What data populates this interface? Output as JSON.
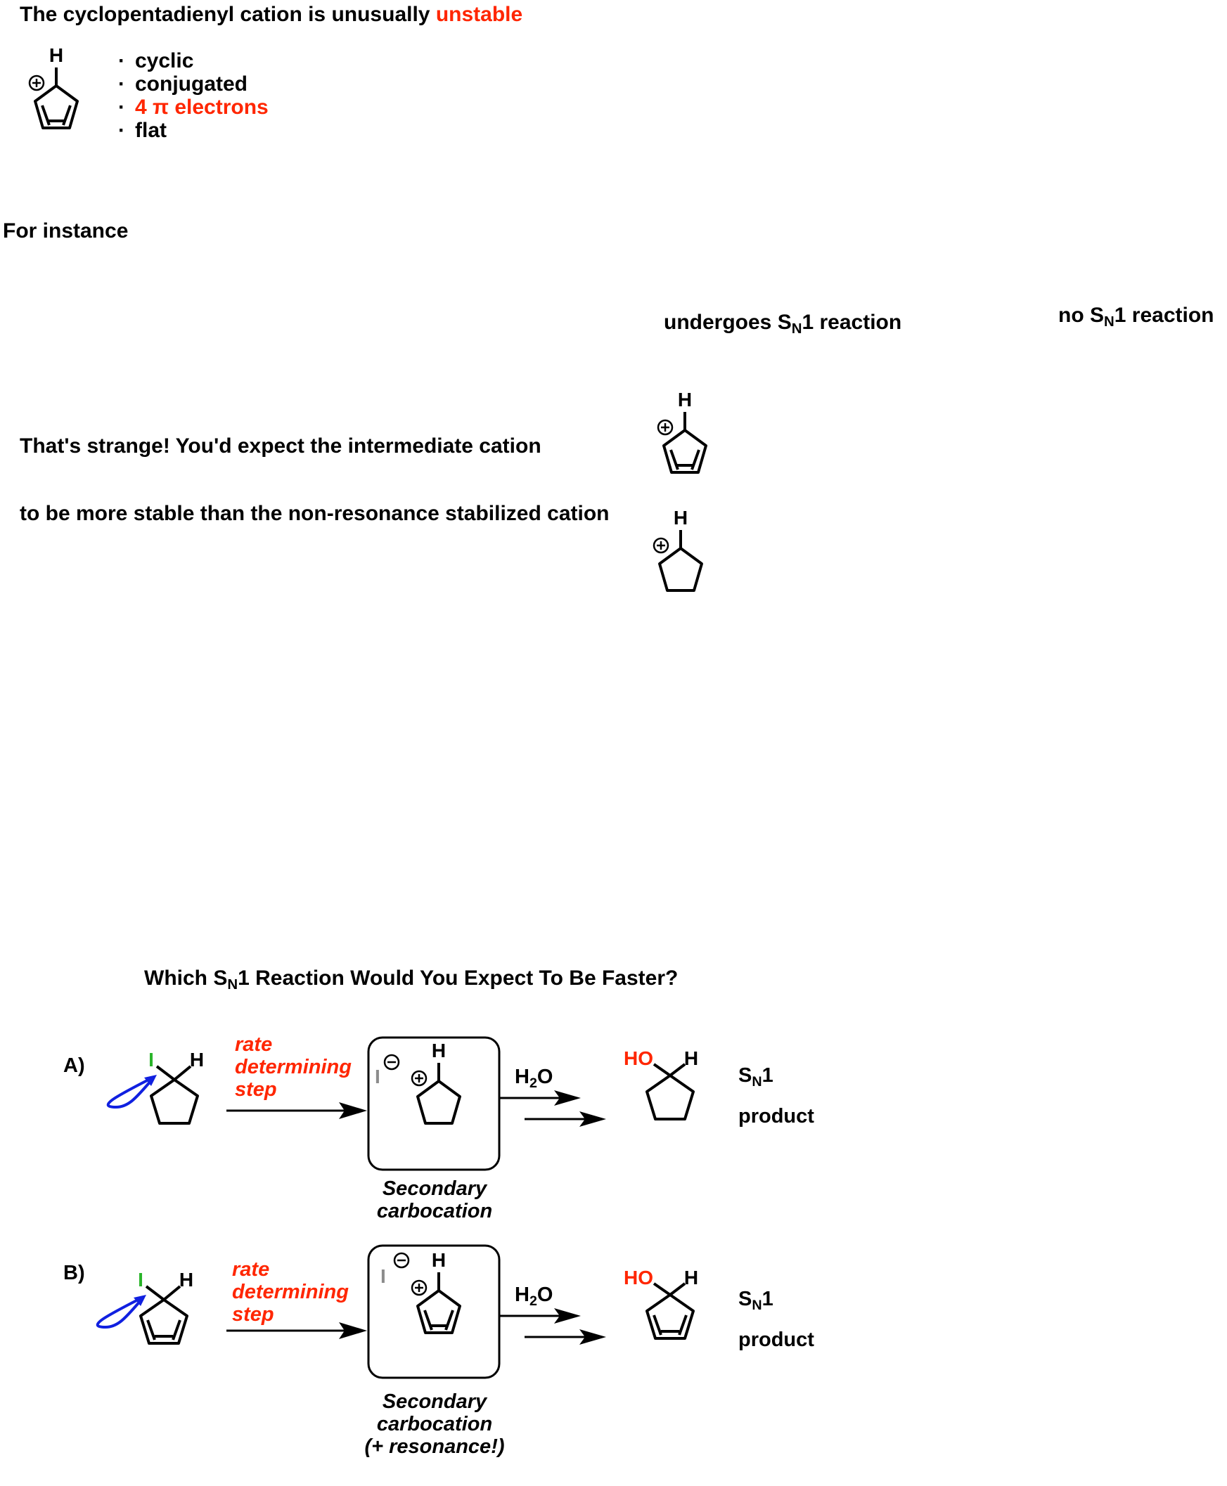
{
  "header": {
    "title_prefix": "The cyclopentadienyl cation is unusually",
    "title_highlight": "unstable"
  },
  "properties": [
    {
      "text": "cyclic"
    },
    {
      "text": "conjugated"
    },
    {
      "text": "4 π electrons",
      "highlight": true
    },
    {
      "text": "flat"
    }
  ],
  "bullet_glyph": "·",
  "atoms": {
    "h": "H",
    "i": "I",
    "ho": "HO"
  },
  "example_intro": "For instance",
  "sn1_label_prefix": "S",
  "sn1_label_sub": "N",
  "sn1_label_suffix": "1",
  "undergoes_prefix": "undergoes",
  "undergoes_suffix": "reaction",
  "no_prefix": "no",
  "no_suffix": "reaction",
  "strange_line": "That's strange! You'd expect the intermediate cation",
  "stable_line": "to be more stable than the non-resonance stabilized cation",
  "question": {
    "prefix": "Which",
    "suffix": "Would You Expect To Be Faster?",
    "word_reaction": "Reaction"
  },
  "reactions": [
    {
      "label": "A)",
      "step_lines": [
        "rate",
        "determining",
        "step"
      ],
      "reagent_main": "H",
      "reagent_sub": "2",
      "reagent_tail": "O",
      "intermediate_lines": [
        "Secondary",
        "carbocation"
      ],
      "product_word": "product"
    },
    {
      "label": "B)",
      "step_lines": [
        "rate",
        "determining",
        "step"
      ],
      "reagent_main": "H",
      "reagent_sub": "2",
      "reagent_tail": "O",
      "intermediate_lines": [
        "Secondary",
        "carbocation",
        "(+ resonance!)"
      ],
      "product_word": "product"
    }
  ],
  "colors": {
    "accent_red": "#ff2600",
    "iodine_green": "#2bb52b",
    "arrow_blue": "#1020e0",
    "leaving_iodide_gray": "#8c8c8c",
    "ink": "#000000"
  }
}
